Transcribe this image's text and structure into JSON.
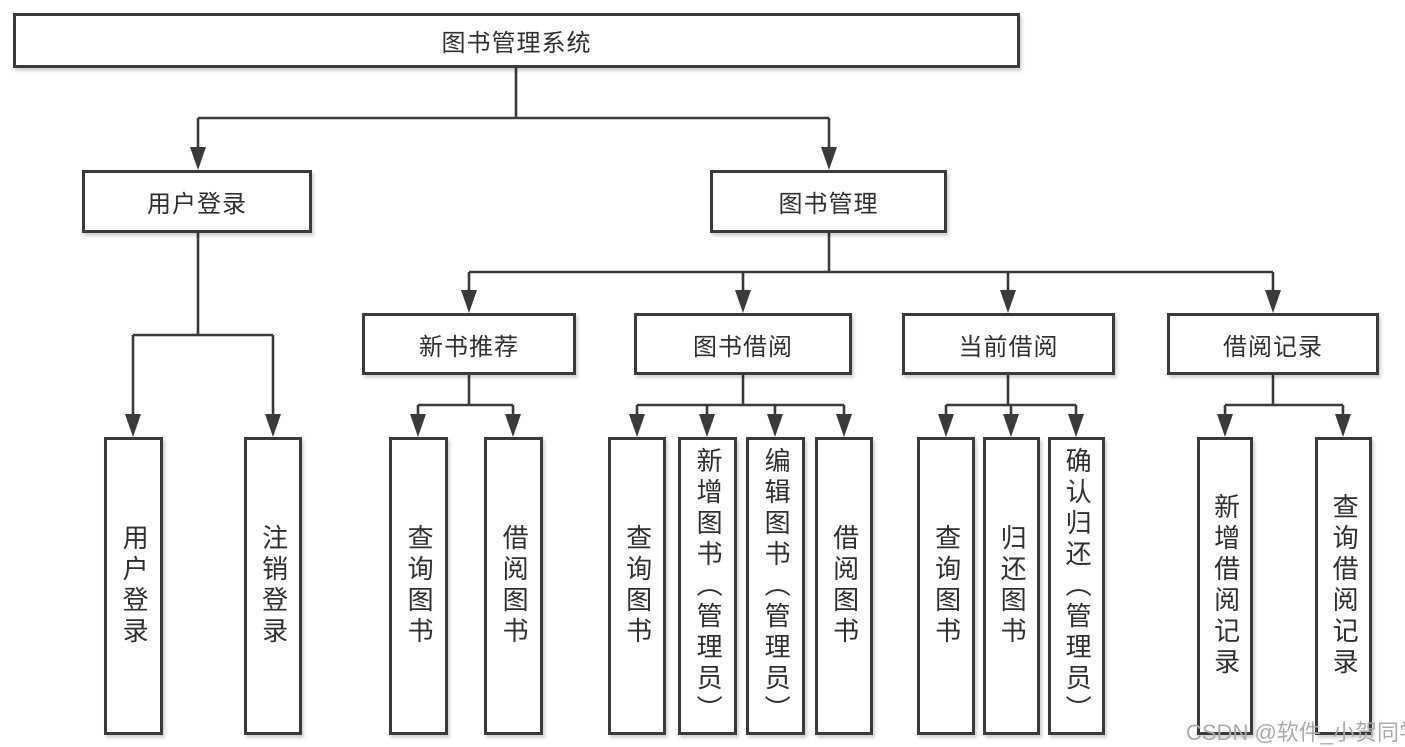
{
  "tree": {
    "label": "图书管理系统",
    "children": [
      {
        "label": "用户登录",
        "children": [
          {
            "label": "用户登录"
          },
          {
            "label": "注销登录"
          }
        ]
      },
      {
        "label": "图书管理",
        "children": [
          {
            "label": "新书推荐",
            "children": [
              {
                "label": "查询图书"
              },
              {
                "label": "借阅图书"
              }
            ]
          },
          {
            "label": "图书借阅",
            "children": [
              {
                "label": "查询图书"
              },
              {
                "label": "新增图书（管理员）"
              },
              {
                "label": "编辑图书（管理员）"
              },
              {
                "label": "借阅图书"
              }
            ]
          },
          {
            "label": "当前借阅",
            "children": [
              {
                "label": "查询图书"
              },
              {
                "label": "归还图书"
              },
              {
                "label": "确认归还（管理员）"
              }
            ]
          },
          {
            "label": "借阅记录",
            "children": [
              {
                "label": "新增借阅记录"
              },
              {
                "label": "查询借阅记录"
              }
            ]
          }
        ]
      }
    ]
  },
  "watermark": {
    "text": "CSDN @软件_小贺同学"
  },
  "colors": {
    "line": "#3A3A3A",
    "text": "#2F2F2F",
    "background": "#FFFFFF",
    "watermark": "#ABABAB"
  }
}
